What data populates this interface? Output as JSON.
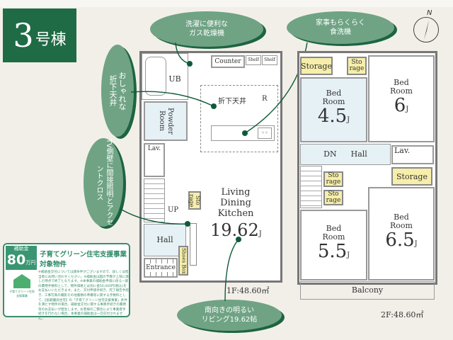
{
  "title": {
    "number": "3",
    "suffix": "号棟"
  },
  "colors": {
    "brand_green": "#1f6b45",
    "balloon_green": "#6fa384",
    "storage_yellow": "#f6eeaa",
    "room_blue": "#e6f1f6"
  },
  "callouts": {
    "gas_dryer": "洗濯に便利な\nガス乾燥機",
    "dishwasher": "家事もらくらく\n食洗機",
    "ceiling": "おしゃれな\n折下天井",
    "tv_wall": "TV側壁に間接照明とアクセントクロス",
    "living": "南向きの明るい\nリビング19.62帖"
  },
  "compass": {
    "label": "N",
    "icon": "compass-north-icon"
  },
  "floor1": {
    "counter": "Counter",
    "shelf1": "Shelf",
    "shelf2": "Shelf",
    "ub": "UB",
    "ceiling_label": "折下天井",
    "fridge": "R",
    "powder": "Powder Room",
    "lav": "Lav.",
    "up": "UP",
    "hall": "Hall",
    "entrance": "Entrance",
    "shoes_box": "Shoes Box",
    "storage": "Sto rage",
    "ldk_label": "Living\nDining\nKitchen",
    "ldk_size": "19.62",
    "unit": "J",
    "area": "1F:48.60㎡"
  },
  "floor2": {
    "storage_a": "Storage",
    "storage_b": "Sto\nrage",
    "bed1_label": "Bed\nRoom",
    "bed1_size": "4.5",
    "bed2_label": "Bed\nRoom",
    "bed2_size": "6",
    "dn": "DN",
    "hall": "Hall",
    "lav": "Lav.",
    "storage_c": "Sto\nrage",
    "storage_d": "Sto\nrage",
    "storage_e": "Storage",
    "bed3_label": "Bed\nRoom",
    "bed3_size": "5.5",
    "bed4_label": "Bed\nRoom",
    "bed4_size": "6.5",
    "balcony": "Balcony",
    "unit": "J",
    "area": "2F:48.60㎡"
  },
  "subsidy": {
    "badge_label": "補助金",
    "amount": "80",
    "amount_unit": "万円",
    "headline": "子育てグリーン住宅支援事業対象物件",
    "logo_text": "子育てグリーン住宅 支援事業",
    "fine_print": "※補助金交付については諸条件がございますので、詳しくは担当者にお問い合わせください。※補助金は国の予算が上限に達した時点で終了となります。※本事業の補助金申請に係る一部の費用手数料として、物件価格とは別に金50,000円(税込)をお支払いいただきます。また、交付申請手続き、完了報告手続き、工事写真の撮影その他書類の準備等に関する手数料として、【長期優良住宅】の「子育てグリーン住宅支援事業」条件を満たす物件の場合、補助金交付に関する事務手続きの費用等のお支払いが発生します。お客様のご都合により事業者手続きを行わない場合、本事業の補助金は一切交付されません。"
  }
}
